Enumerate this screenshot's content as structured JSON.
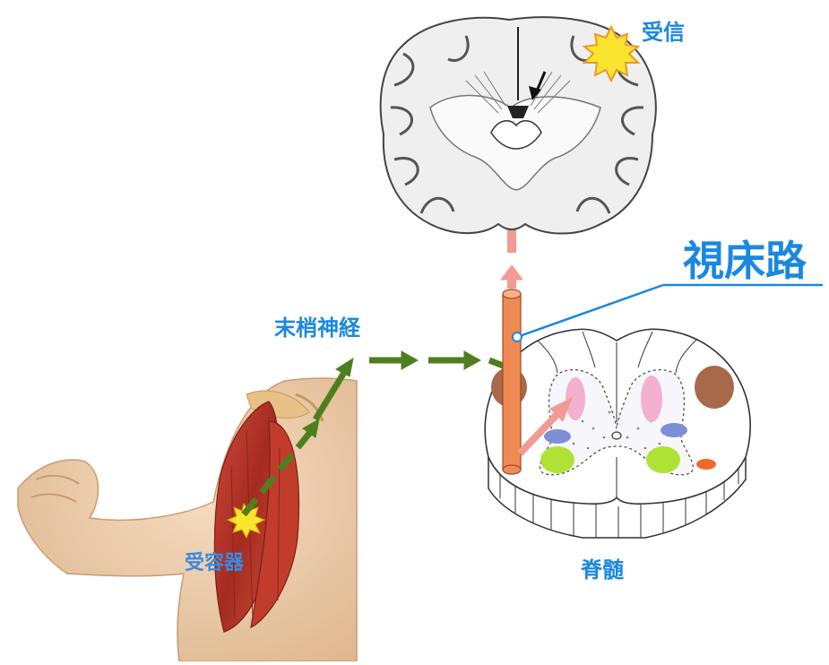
{
  "labels": {
    "receive": "受信",
    "thalamic_tract": "視床路",
    "peripheral_nerve": "末梢神経",
    "receptor": "受容器",
    "spinal_cord": "脊髄"
  },
  "colors": {
    "label_blue": "#1a88e0",
    "pathway_green": "#4e7f1f",
    "pathway_pink": "#f29a94",
    "tract_orange": "#f08a55",
    "burst_yellow": "#fbe42e",
    "gray_matter_pink": "#f3b0cf",
    "nucleus_brown": "#a8684a",
    "nucleus_blue": "#7b8fd6",
    "nucleus_green": "#aee336",
    "nucleus_orange": "#ef6a2a",
    "skin": "#ecc9a6",
    "muscle": "#b83a2c"
  },
  "icons": [
    "brain-cross-section-icon",
    "spinal-cord-cross-section-icon",
    "arm-muscle-icon",
    "signal-burst-icon"
  ]
}
